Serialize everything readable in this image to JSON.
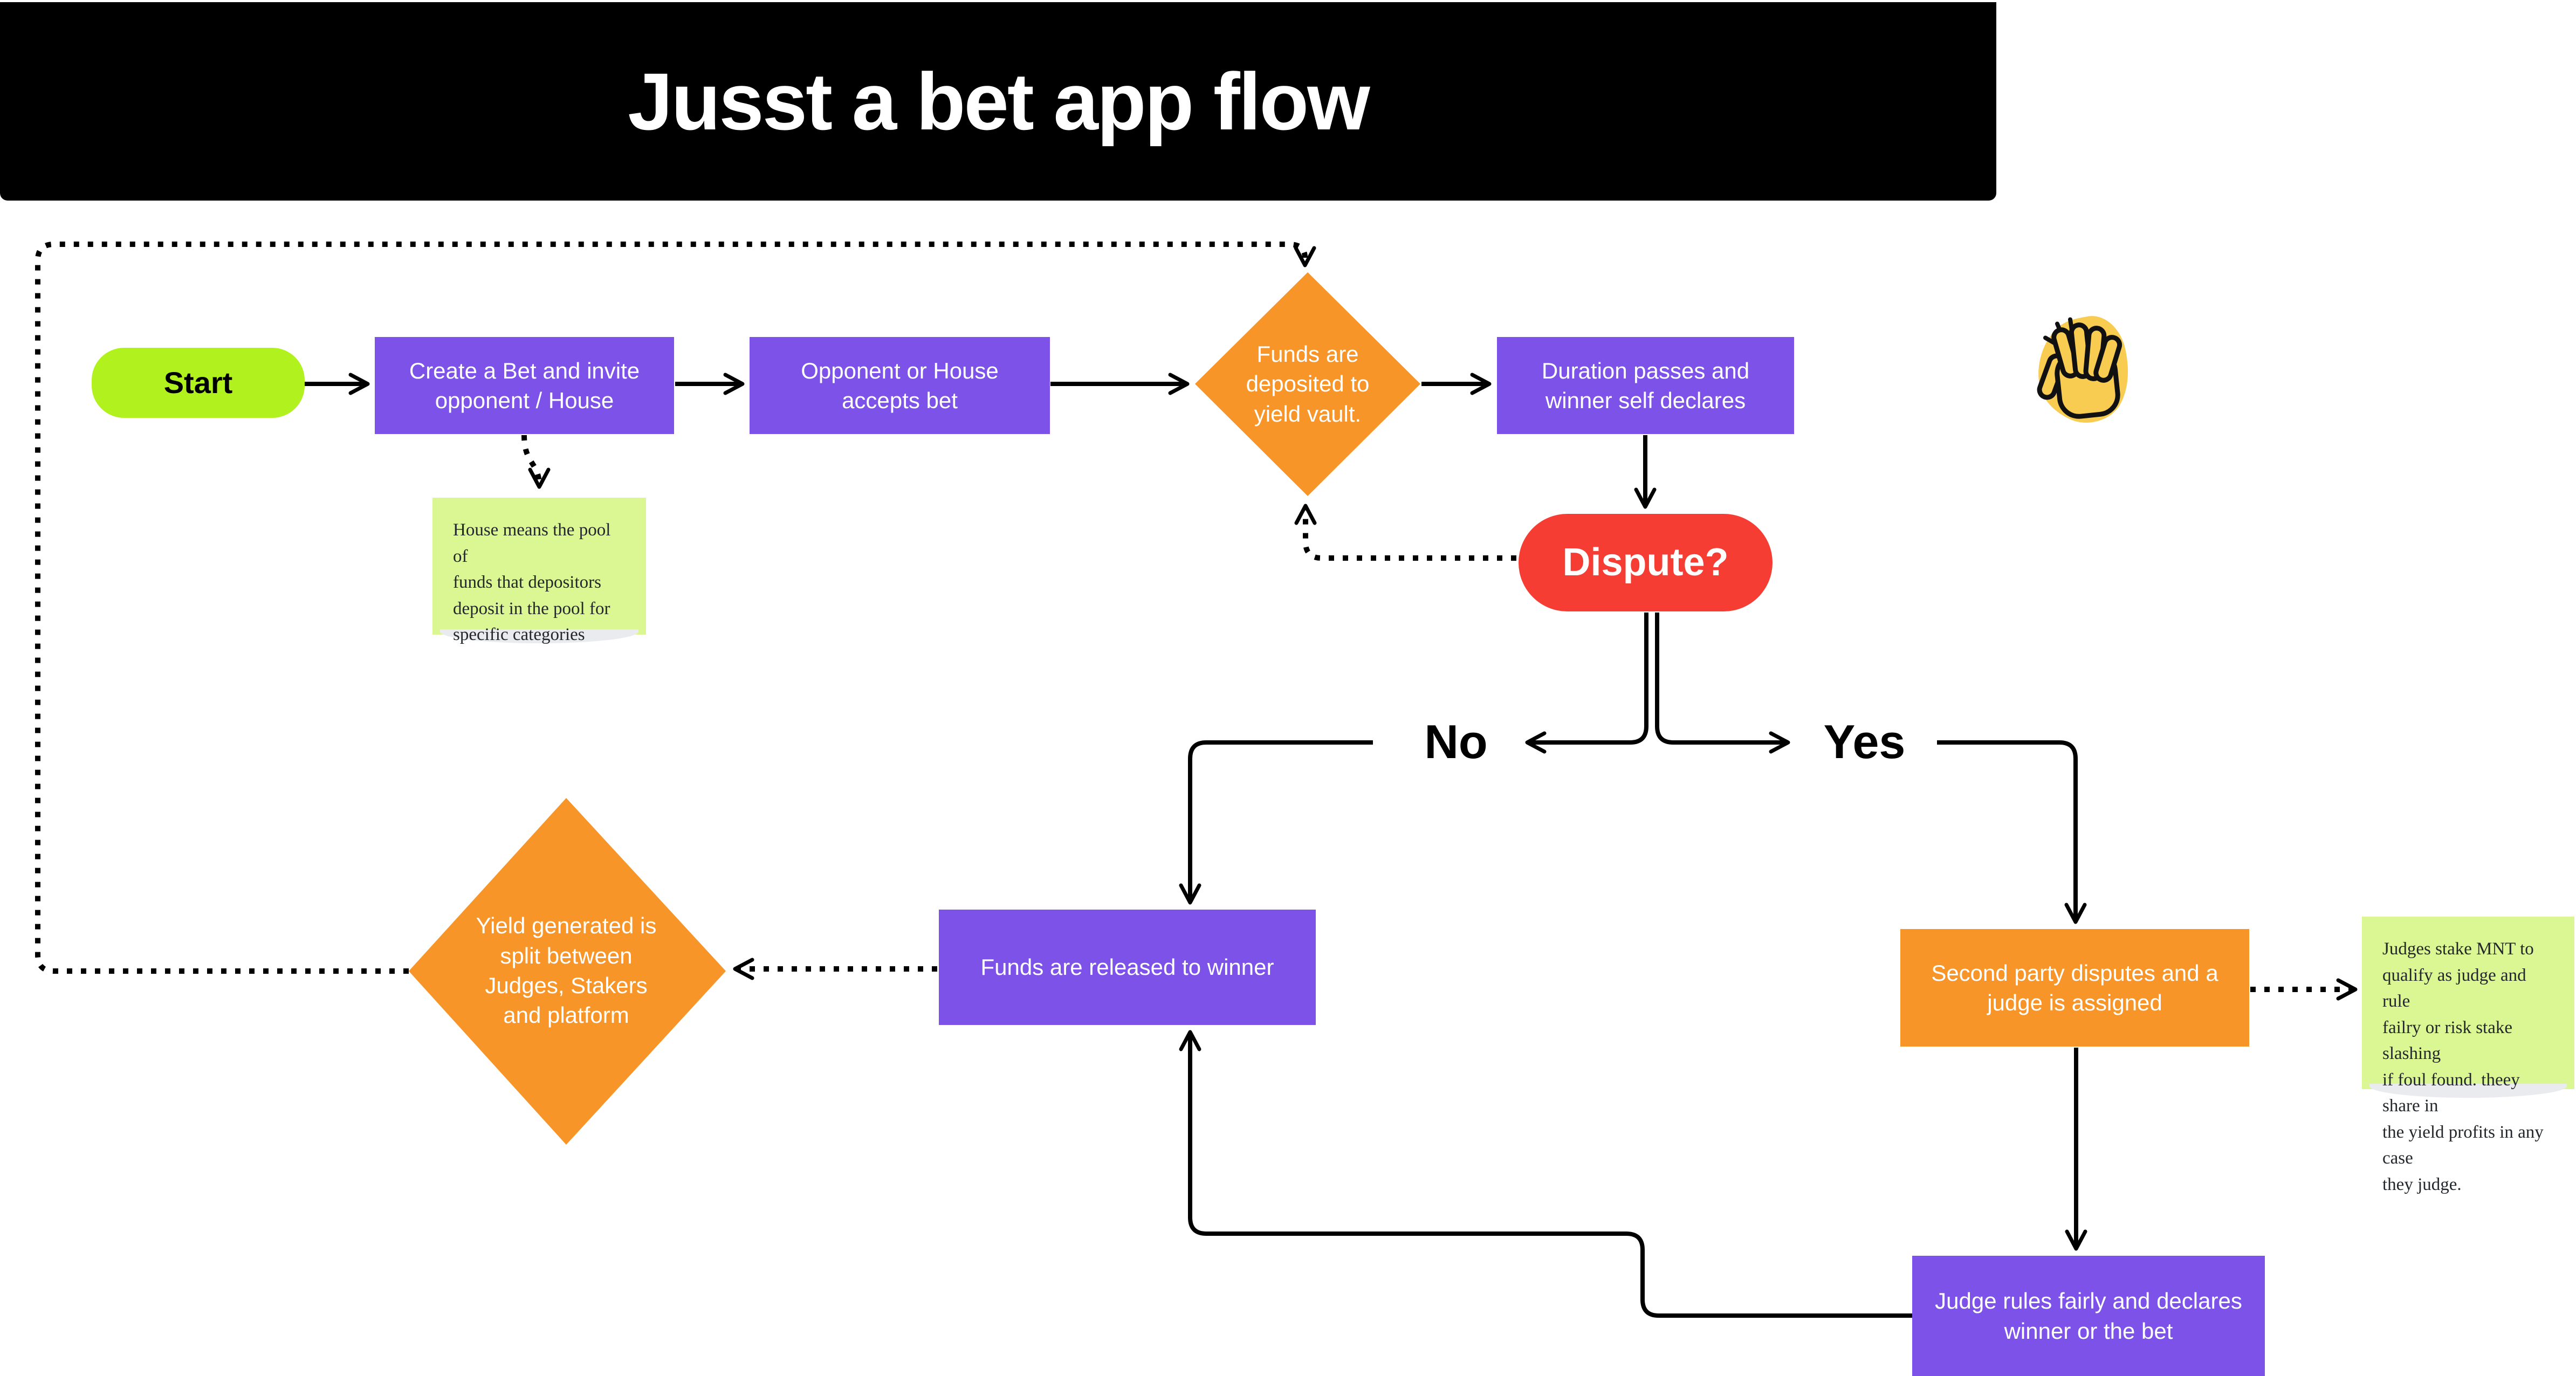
{
  "title": "Jusst a bet app flow",
  "colors": {
    "canvas_bg": "#FFFFFF",
    "header_bg": "#000000",
    "title_text": "#FFFFFF",
    "purple_node": "#7C52E9",
    "orange_node": "#F89528",
    "start_lime": "#B0F11E",
    "dispute_red": "#F53D33",
    "sticky_green": "#DBF793",
    "hand_yellow": "#F8CB51",
    "connector_black": "#000000",
    "node_text": "#FFFFFF",
    "black_text": "#000000"
  },
  "nodes": {
    "start": {
      "label": "Start"
    },
    "create_bet": {
      "label": "Create a Bet and invite\nopponent / House"
    },
    "accept_bet": {
      "label": "Opponent or House\naccepts bet"
    },
    "deposit_vault": {
      "label": "Funds are\ndeposited to\nyield vault."
    },
    "duration_passes": {
      "label": "Duration passes and\nwinner self declares"
    },
    "dispute": {
      "label": "Dispute?"
    },
    "funds_released": {
      "label": "Funds are released to winner"
    },
    "yield_split": {
      "label": "Yield generated is\nsplit between\nJudges, Stakers\nand platform"
    },
    "second_party": {
      "label": "Second party disputes and a\njudge is assigned"
    },
    "judge_rules": {
      "label": "Judge rules fairly and declares\nwinner or the bet"
    }
  },
  "branch_labels": {
    "no": "No",
    "yes": "Yes"
  },
  "notes": {
    "house_note": {
      "text": "House means the pool of\nfunds that depositors\ndeposit in the pool for\nspecific categories"
    },
    "judges_note": {
      "text": "Judges stake MNT to\nqualify as judge and rule\nfailry or risk stake slashing\nif foul found. theey share in\nthe yield profits in any case\nthey judge."
    }
  },
  "icons": {
    "clap": "clapping-hand-sticker"
  }
}
